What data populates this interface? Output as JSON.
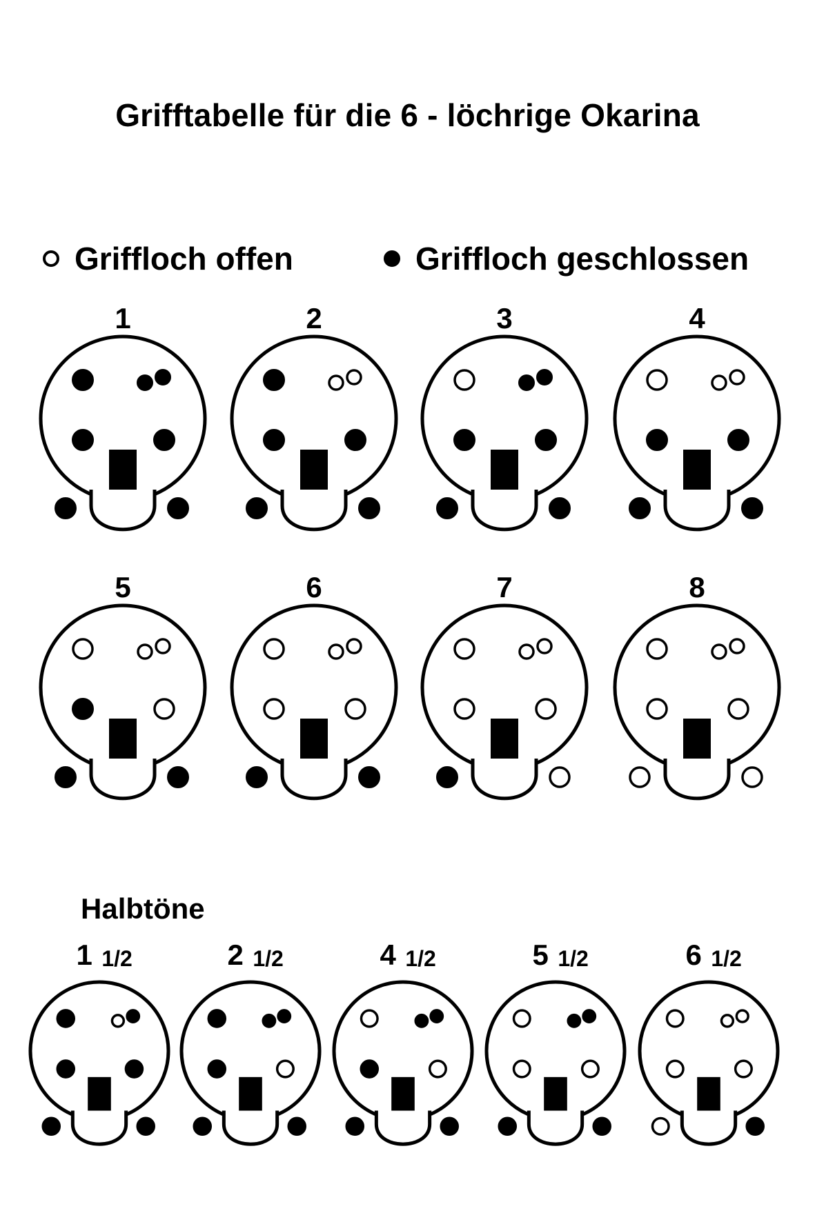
{
  "title": "Grifftabelle für die 6 - löchrige Okarina",
  "legend": {
    "open": "Griffloch offen",
    "closed": "Griffloch geschlossen"
  },
  "semitones_heading": "Halbtöne",
  "colors": {
    "ink": "#000000",
    "paper": "#ffffff"
  },
  "fingerings": [
    {
      "label": "1",
      "tl": true,
      "tr1": true,
      "tr2": true,
      "ml": true,
      "mr": true,
      "bl": true,
      "br": true
    },
    {
      "label": "2",
      "tl": true,
      "tr1": false,
      "tr2": false,
      "ml": true,
      "mr": true,
      "bl": true,
      "br": true
    },
    {
      "label": "3",
      "tl": false,
      "tr1": true,
      "tr2": true,
      "ml": true,
      "mr": true,
      "bl": true,
      "br": true
    },
    {
      "label": "4",
      "tl": false,
      "tr1": false,
      "tr2": false,
      "ml": true,
      "mr": true,
      "bl": true,
      "br": true
    },
    {
      "label": "5",
      "tl": false,
      "tr1": false,
      "tr2": false,
      "ml": true,
      "mr": false,
      "bl": true,
      "br": true
    },
    {
      "label": "6",
      "tl": false,
      "tr1": false,
      "tr2": false,
      "ml": false,
      "mr": false,
      "bl": true,
      "br": true
    },
    {
      "label": "7",
      "tl": false,
      "tr1": false,
      "tr2": false,
      "ml": false,
      "mr": false,
      "bl": true,
      "br": false
    },
    {
      "label": "8",
      "tl": false,
      "tr1": false,
      "tr2": false,
      "ml": false,
      "mr": false,
      "bl": false,
      "br": false
    }
  ],
  "semitones": [
    {
      "label": "1",
      "sub": "1/2",
      "tl": true,
      "tr1": false,
      "tr2": true,
      "ml": true,
      "mr": true,
      "bl": true,
      "br": true
    },
    {
      "label": "2",
      "sub": "1/2",
      "tl": true,
      "tr1": true,
      "tr2": true,
      "ml": true,
      "mr": false,
      "bl": true,
      "br": true
    },
    {
      "label": "4",
      "sub": "1/2",
      "tl": false,
      "tr1": true,
      "tr2": true,
      "ml": true,
      "mr": false,
      "bl": true,
      "br": true
    },
    {
      "label": "5",
      "sub": "1/2",
      "tl": false,
      "tr1": true,
      "tr2": true,
      "ml": false,
      "mr": false,
      "bl": true,
      "br": true
    },
    {
      "label": "6",
      "sub": "1/2",
      "tl": false,
      "tr1": false,
      "tr2": false,
      "ml": false,
      "mr": false,
      "bl": false,
      "br": true
    }
  ]
}
